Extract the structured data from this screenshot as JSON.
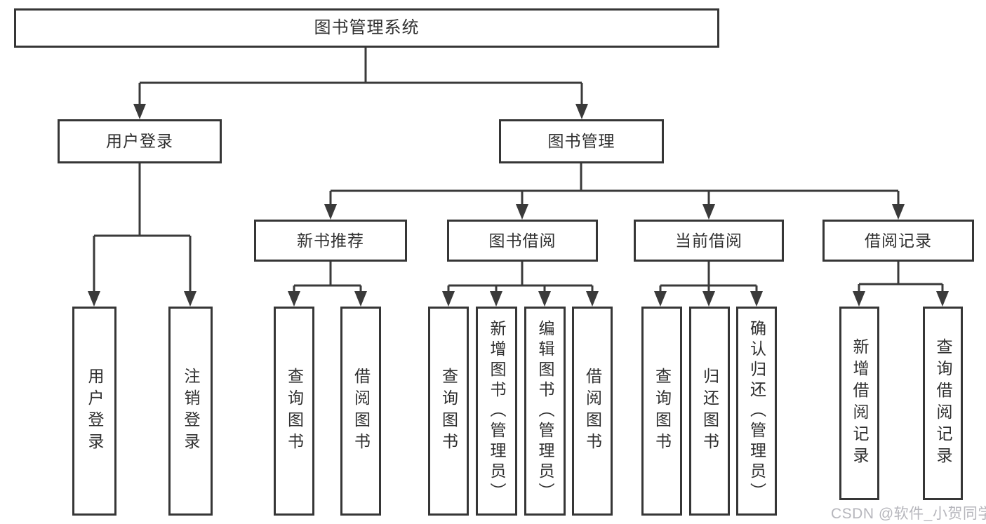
{
  "watermark": "CSDN @软件_小贺同学",
  "colors": {
    "line": "#3a3a3a",
    "box_border": "#363636",
    "text": "#2f2f2f",
    "watermark": "#b2b2b8",
    "background": "#ffffff"
  },
  "tree": {
    "label": "图书管理系统",
    "children": [
      {
        "label": "用户登录",
        "children": [
          {
            "label": "用户登录"
          },
          {
            "label": "注销登录"
          }
        ]
      },
      {
        "label": "图书管理",
        "children": [
          {
            "label": "新书推荐",
            "children": [
              {
                "label": "查询图书"
              },
              {
                "label": "借阅图书"
              }
            ]
          },
          {
            "label": "图书借阅",
            "children": [
              {
                "label": "查询图书"
              },
              {
                "label": "新增图书（管理员）"
              },
              {
                "label": "编辑图书（管理员）"
              },
              {
                "label": "借阅图书"
              }
            ]
          },
          {
            "label": "当前借阅",
            "children": [
              {
                "label": "查询图书"
              },
              {
                "label": "归还图书"
              },
              {
                "label": "确认归还（管理员）"
              }
            ]
          },
          {
            "label": "借阅记录",
            "children": [
              {
                "label": "新增借阅记录"
              },
              {
                "label": "查询借阅记录"
              }
            ]
          }
        ]
      }
    ]
  }
}
